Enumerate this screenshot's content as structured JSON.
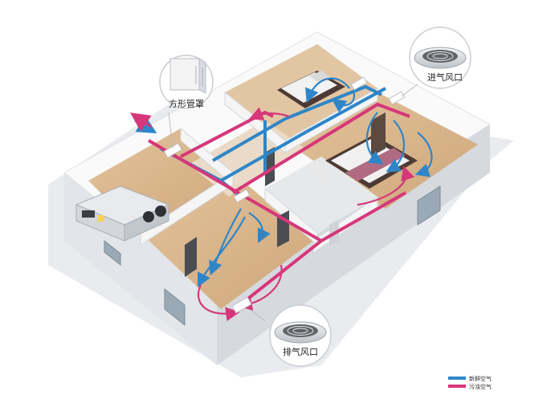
{
  "callouts": {
    "duct": "方形管罩",
    "supply_vent": "进气风口",
    "exhaust_vent": "排气风口"
  },
  "legend": {
    "fresh_air": "新鲜空气",
    "stale_air": "污浊空气"
  },
  "colors": {
    "fresh_air": "#2e86c8",
    "stale_air": "#d6377a",
    "wall": "#f2f2f2",
    "wall_side": "#d9dce0",
    "floor": "#d8b48a",
    "floor_light": "#e8ccaa"
  }
}
